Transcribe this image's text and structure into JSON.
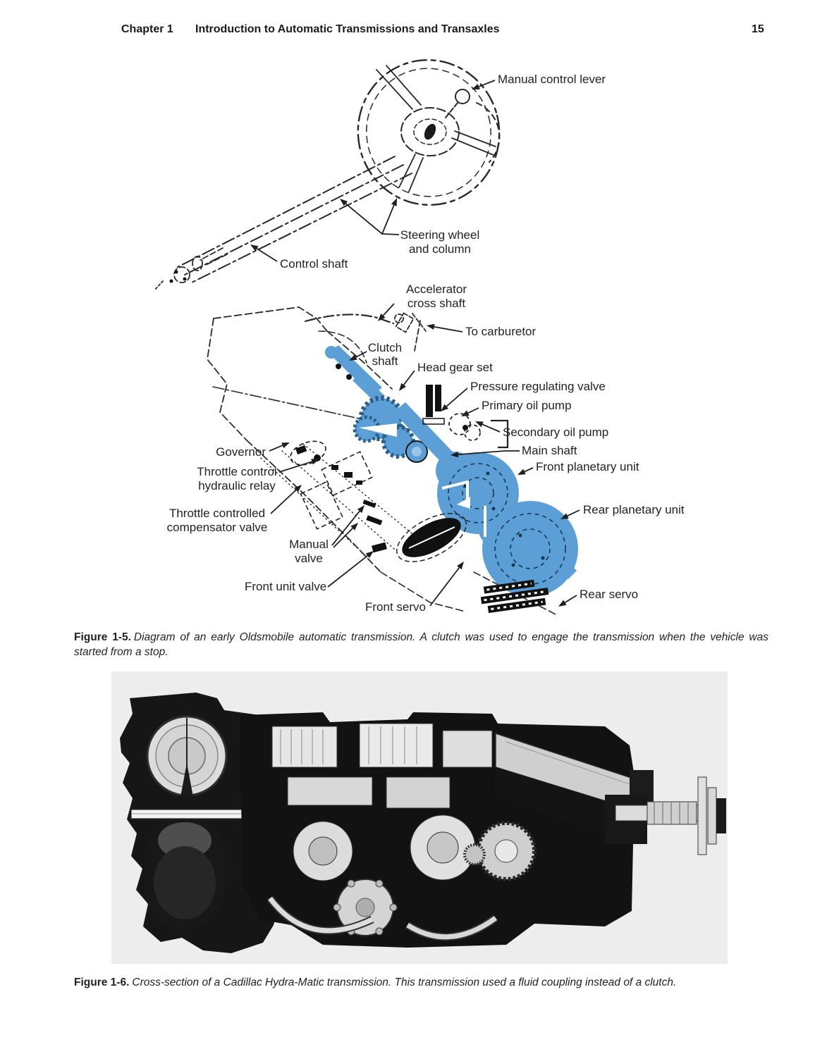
{
  "page": {
    "chapter_label": "Chapter 1",
    "chapter_title": "Introduction to Automatic Transmissions and Transaxles",
    "page_number": "15"
  },
  "figure1_5": {
    "highlight_color": "#5b9fd6",
    "labels": {
      "manual_control_lever": "Manual control lever",
      "steering_wheel_1": "Steering wheel",
      "steering_wheel_2": "and column",
      "control_shaft": "Control shaft",
      "accelerator_1": "Accelerator",
      "accelerator_2": "cross shaft",
      "to_carburetor": "To carburetor",
      "clutch_1": "Clutch",
      "clutch_2": "shaft",
      "head_gear_set": "Head gear set",
      "pressure_regulating_valve": "Pressure regulating valve",
      "primary_oil_pump": "Primary oil pump",
      "secondary_oil_pump": "Secondary oil pump",
      "main_shaft": "Main shaft",
      "governor": "Governor",
      "front_planetary_unit": "Front planetary unit",
      "throttle_control_1": "Throttle control",
      "throttle_control_2": "hydraulic relay",
      "throttle_compensator_1": "Throttle controlled",
      "throttle_compensator_2": "compensator valve",
      "manual_valve_1": "Manual",
      "manual_valve_2": "valve",
      "front_unit_valve": "Front unit valve",
      "front_servo": "Front servo",
      "rear_planetary_unit": "Rear planetary unit",
      "rear_servo": "Rear servo"
    },
    "caption_label": "Figure 1-5.",
    "caption_text": "Diagram of an early Oldsmobile automatic transmission. A clutch was used to engage the transmission when the vehicle was started from a stop."
  },
  "figure1_6": {
    "caption_label": "Figure 1-6.",
    "caption_text": "Cross-section of a Cadillac Hydra-Matic transmission. This transmission used a fluid coupling instead of a clutch."
  }
}
